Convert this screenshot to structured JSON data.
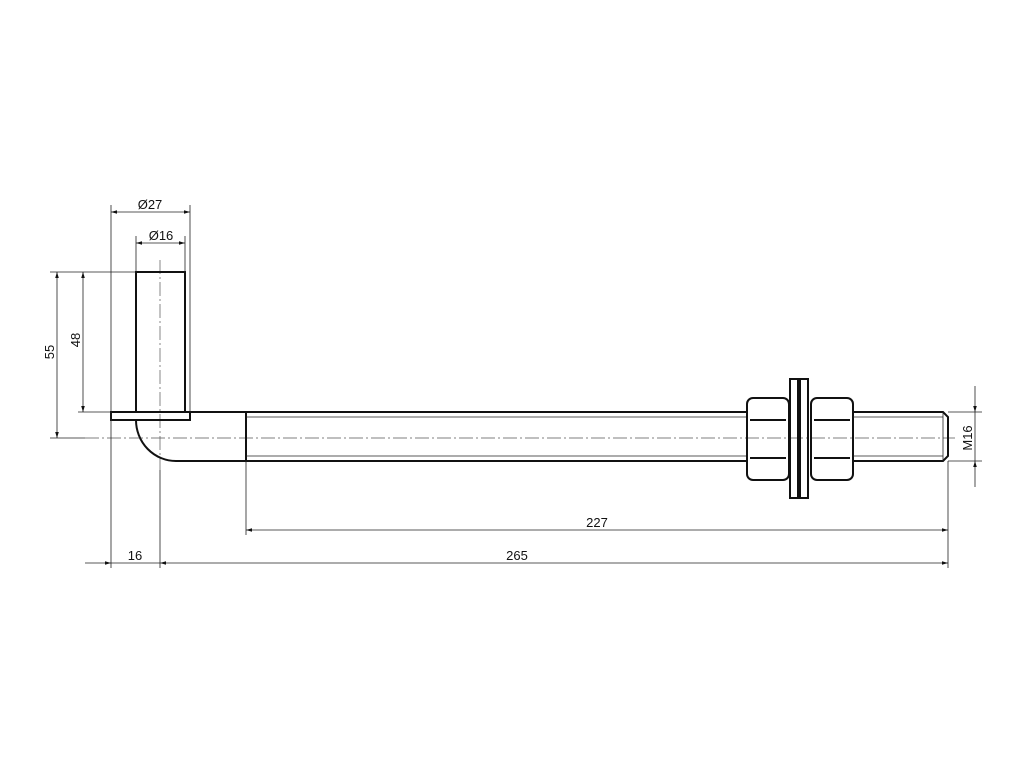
{
  "drawing": {
    "title": "Hinge pin with threaded rod, nuts and washers",
    "dimensions": {
      "outer_diameter": "Ø27",
      "pin_diameter": "Ø16",
      "total_height": "55",
      "pin_height": "48",
      "offset": "16",
      "rod_length": "227",
      "total_length": "265",
      "thread": "M16"
    },
    "colors": {
      "line": "#111111",
      "background": "#ffffff"
    }
  }
}
